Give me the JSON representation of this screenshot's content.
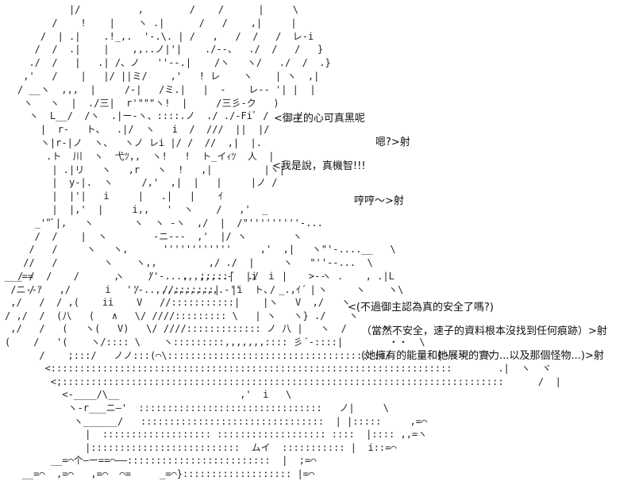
{
  "top_panel": {
    "ascii_art": "         |/          ,        /    /      |     \\\n      /    !    |    ヽ .|      /   /    ,|     |\n    /  | .|    .!_,.  '-.\\. | /   ,   /  /   /  レ-i\n   /  /  .|    |    ,,..ノ|'|    ./--、  ./  /   /   }\n  ./  /   |   .| /、ノ   ''‐-.|    /ヽ   ヽ/   ./  /  .}\n ,'   /    |   |/ ||ミ/    ,'   ! レ    ヽ    | ヽ  ,|\n/ __ヽ  ,,,  |     /-|   /ミ.|   |  -    レ-- '| |  |\n ヽ   ヽ  |  ./三|  r'\"\"\"ヽ!  |     /三彡-ク   )\n  ヽ  L__/  /ヽ  .|ー-ヽ、::::.ノ  ./ ./-Fiﾞ /    ,/\n    |  r-   ト、  .|/  ヽ   i  /  ///  ||  |/\n    ヽ|r-|ノ  ヽ、  ヽノ レi |/ /  //  ,|  |.\n     .ト  川  ヽ  弋ﾂ,,  ヽ!   !  ト_イｨﾂ  人  |\n      | .|リ   ヽ   ,r   ヽ  !   ,|         |ヽ|\n      |  y-|.  ヽ     /,'  ,|  |   |     |ノ /\n      |  |'|   i     |   .|   |    ｲ\n      |  |,'  |     i,,   '  ヽ    /   ,'  _\n   _'\"ﾞ|,   ヽ       ヽ  ヽ -ヽ  ,/  |  /\"'''''''''-...\n   /  /    |  ヽ        -ニ-‐-  ,'  |/ ヽ        ヽ\n  /   /     ヽ   ヽ,      ''''''''''''     ,'  ,|   ヽ\"'-....__   \\\n //   /        ヽ    ヽ,,         ,/ ./  |     ヽ   \"''--...  \\\n/ /  /           ヽ    ''-....,,,,,..-ﾞ  ./    |      ヽ      , .|L\n  /                ''-..,,,,,,,,,,,.-''     /      |       ヽ    ヽ\\",
    "lines": [
      "<御主的心可真黑呢",
      "嗯?>射",
      "<我是說，真機智!!!",
      "哼哼～>射"
    ]
  },
  "bottom_panel": {
    "ascii_art": "___==       /      ,     /     ,  ;::::|  |i  i      >--  .\n /ニ--ｱ   ,/      i    /    //:::::::|  |i  ト、 _.,ｲ´  ヽ\n ,/   /  / ,(    ii    V   //:::::::::::|    |ヽ   V  ,/   ヽ\n/ ,/  /  (八   (   ∧   \\/ ////::::::::: \\   | ヽ   ヽ} ./    ヽ\n ,/   /   (   ヽ(   V)   \\/ ////::::::::::::: ノ 八 |   ヽ  /      ヽ\n(    /   '(    ヽ/:::: \\    ヽ:::::::::,,,,,,,:::: 彡´-::::|        ・・  \\\n      /    ;:::/   ノノ:::(⌒\\::::::::::::::::::::::::::::::::::::::/        {・:ヾ   ヾ\n       <::::::::::::::::::::::::::::::::::::::::::::::::::::::::::::::::::::::        .|  ヽ  ヾ\n        <;:::::::::::::::::::::::::::::::::::::::::::::::::::::::::::::::::::::::::::::      /  |\n          <-____/\\__                     ,'  i   \\\n           ヽ-r___ニ―'  ::::::::::::::::::::::::::::::::   ノ|     \\\n            ヽ______/   ::::::::::::::::::::::::::::::::  | |:::::     ,=⌒\n              |  ::::::::::::::::::: ::::::::::::::::::: ::::  |:::: ,,=ヽ\n              |::::::::::::::::::::::::::  ムイ  ::::::::::: |  i::=⌒\n        __=⌒个―ー==⌒――:::::::::::::::::::::::::  |  ;=⌒\n   __=⌒  ,=⌒   ,=⌒  ⌒=     _=⌒}::::::::::::::::::: |=⌒",
    "lines": [
      "<(不過御主認為真的安全了嗎?)",
      "（當然不安全，速子的資料根本沒找到任何痕跡）>射",
      "(她擁有的能量和她展現的實力...以及那個怪物...)>射"
    ]
  }
}
